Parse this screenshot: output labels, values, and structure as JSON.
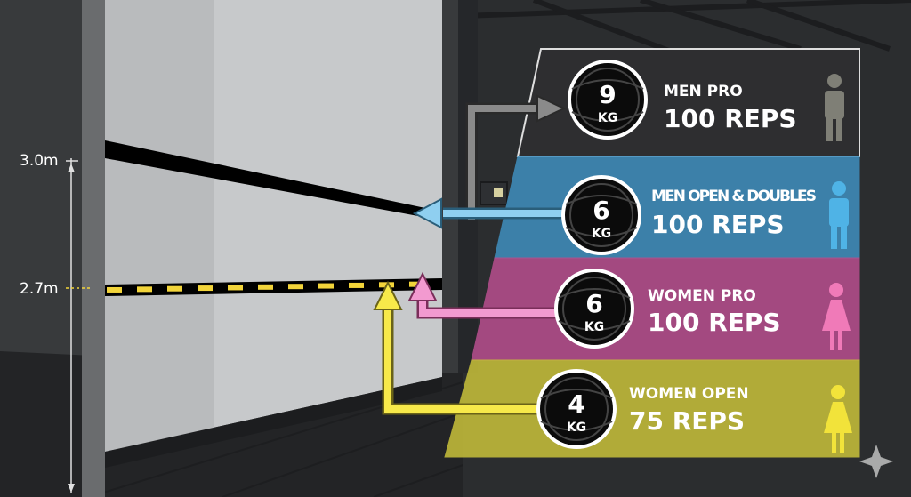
{
  "height_markers": [
    {
      "label": "3.0m"
    },
    {
      "label": "2.7m"
    }
  ],
  "divisions": [
    {
      "weight": "9",
      "unit": "KG",
      "category": "MEN PRO",
      "reps": "100 REPS",
      "color": "#2f2f31",
      "figure_color": "#7f7f76",
      "figure": "male"
    },
    {
      "weight": "6",
      "unit": "KG",
      "category": "MEN OPEN & DOUBLES",
      "reps": "100 REPS",
      "color": "#3f8fbf",
      "figure_color": "#4fb3e6",
      "figure": "male"
    },
    {
      "weight": "6",
      "unit": "KG",
      "category": "WOMEN PRO",
      "reps": "100 REPS",
      "color": "#b84f8f",
      "figure_color": "#f07ab8",
      "figure": "female"
    },
    {
      "weight": "4",
      "unit": "KG",
      "category": "WOMEN OPEN",
      "reps": "75 REPS",
      "color": "#c9c23a",
      "figure_color": "#f2e33a",
      "figure": "female"
    }
  ],
  "colors": {
    "target_top": "#000000",
    "target_bottom_stripe": "#f2d43a",
    "arrow_men_pro": "#8a8a8a",
    "arrow_men_open": "#8fcff0",
    "arrow_women_pro": "#f29ad0",
    "arrow_women_open": "#f7e94a"
  }
}
